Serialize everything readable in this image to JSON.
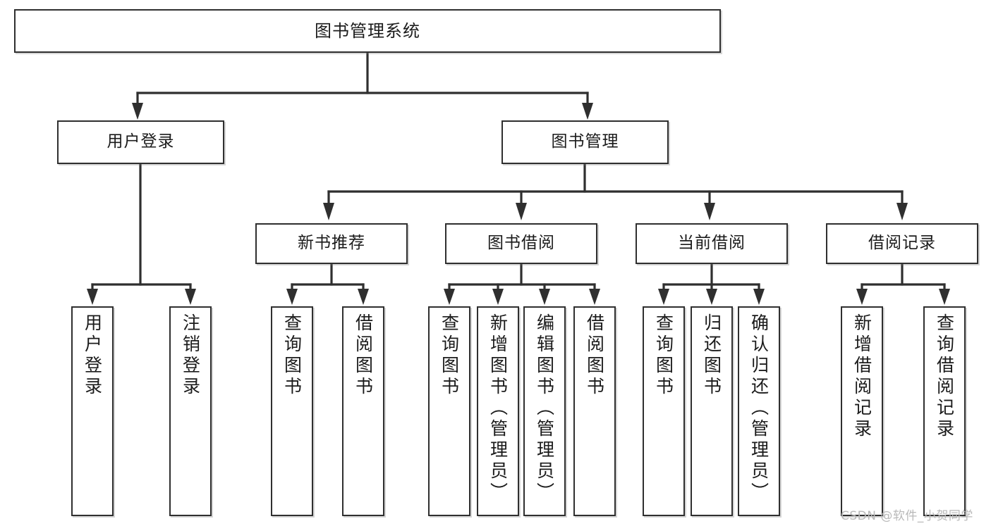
{
  "diagram": {
    "title": "图书管理系统",
    "type": "hierarchy-tree",
    "watermark": "CSDN @软件_小贺同学",
    "colors": {
      "box_border": "#2f2f2f",
      "box_fill": "#ffffff",
      "line": "#2f2f2f",
      "text": "#1b1b1b",
      "watermark": "#b9b9b9",
      "background": "#ffffff"
    },
    "nodes": {
      "root": {
        "label": "图书管理系统"
      },
      "level2": [
        {
          "id": "user-login",
          "label": "用户登录"
        },
        {
          "id": "book-manage",
          "label": "图书管理"
        }
      ],
      "level3": [
        {
          "id": "new-book-recommend",
          "label": "新书推荐"
        },
        {
          "id": "book-borrow",
          "label": "图书借阅"
        },
        {
          "id": "current-borrow",
          "label": "当前借阅"
        },
        {
          "id": "borrow-record",
          "label": "借阅记录"
        }
      ],
      "leaves": [
        {
          "id": "leaf-user-login",
          "label": "用户登录",
          "parent": "user-login"
        },
        {
          "id": "leaf-user-logout",
          "label": "注销登录",
          "parent": "user-login"
        },
        {
          "id": "leaf-query-book-1",
          "label": "查询图书",
          "parent": "new-book-recommend"
        },
        {
          "id": "leaf-borrow-book-1",
          "label": "借阅图书",
          "parent": "new-book-recommend"
        },
        {
          "id": "leaf-query-book-2",
          "label": "查询图书",
          "parent": "book-borrow"
        },
        {
          "id": "leaf-add-book",
          "label": "新增图书（管理员）",
          "parent": "book-borrow"
        },
        {
          "id": "leaf-edit-book",
          "label": "编辑图书（管理员）",
          "parent": "book-borrow"
        },
        {
          "id": "leaf-borrow-book-2",
          "label": "借阅图书",
          "parent": "book-borrow"
        },
        {
          "id": "leaf-query-book-3",
          "label": "查询图书",
          "parent": "current-borrow"
        },
        {
          "id": "leaf-return-book",
          "label": "归还图书",
          "parent": "current-borrow"
        },
        {
          "id": "leaf-confirm-return",
          "label": "确认归还（管理员）",
          "parent": "current-borrow"
        },
        {
          "id": "leaf-add-record",
          "label": "新增借阅记录",
          "parent": "borrow-record"
        },
        {
          "id": "leaf-query-record",
          "label": "查询借阅记录",
          "parent": "borrow-record"
        }
      ]
    }
  }
}
